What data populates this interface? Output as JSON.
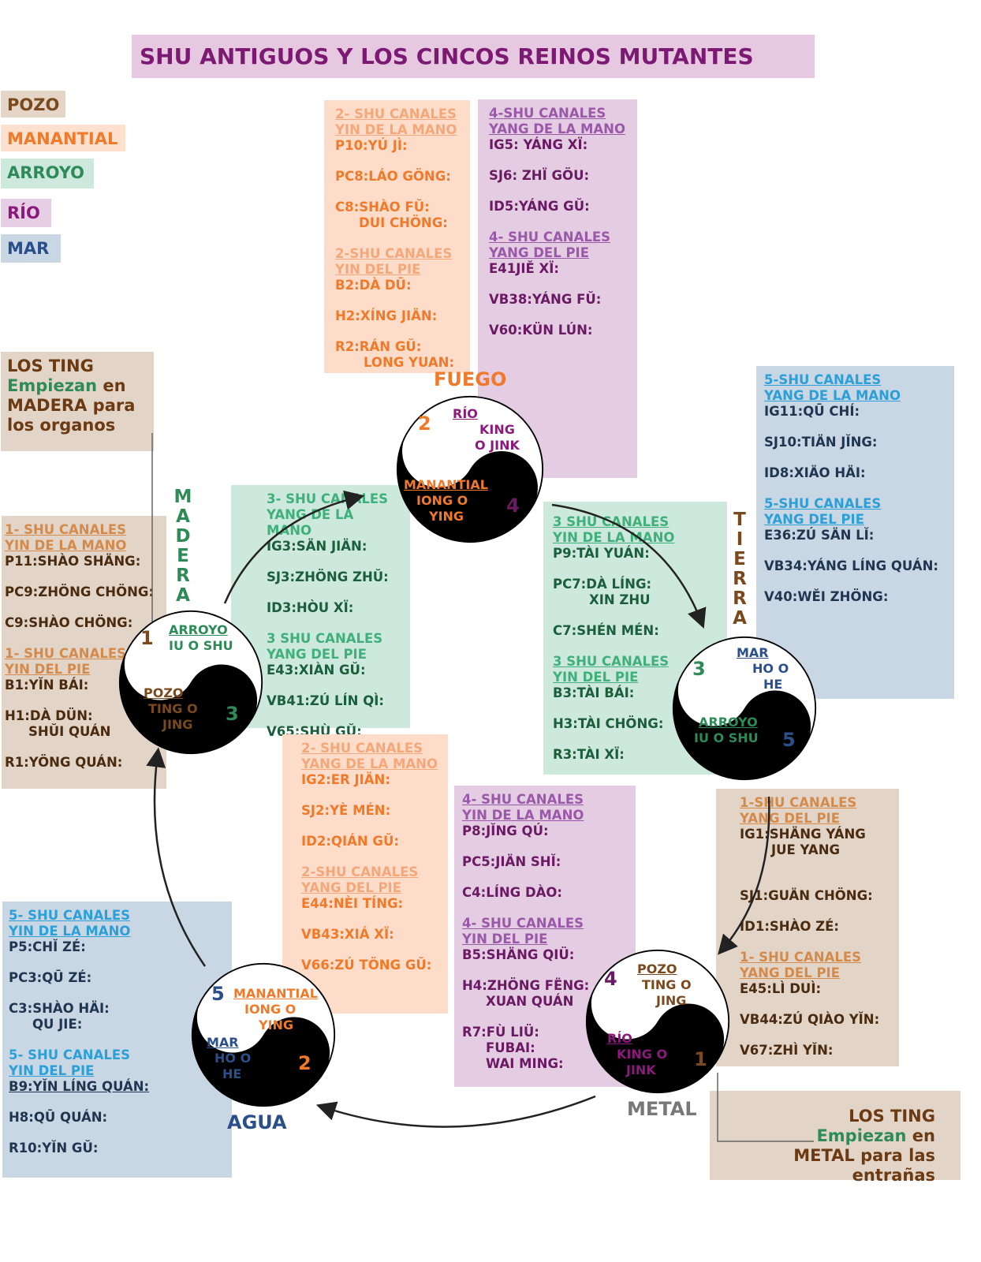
{
  "title": "SHU ANTIGUOS Y LOS  CINCOS REINOS MUTANTES",
  "legend": [
    {
      "label": "POZO",
      "color": "#7a4a1e"
    },
    {
      "label": "MANANTIAL",
      "color": "#f07a2a"
    },
    {
      "label": "ARROYO",
      "color": "#2e8b57"
    },
    {
      "label": "RÍO",
      "color": "#8b1a7c"
    },
    {
      "label": "MAR",
      "color": "#2a4f8a"
    }
  ],
  "notes": {
    "madera": {
      "l1": "LOS TING",
      "l2a": "Empiezan",
      "l2b": " en",
      "l3": "MADERA para",
      "l4": "los organos"
    },
    "metal": {
      "l1": "LOS TING",
      "l2a": "Empiezan",
      "l2b": " en",
      "l3": "METAL para las entrañas"
    }
  },
  "elements": {
    "fuego": "FUEGO",
    "madera": [
      "M",
      "A",
      "D",
      "E",
      "R",
      "A"
    ],
    "tierra": [
      "T",
      "I",
      "E",
      "R",
      "R",
      "A"
    ],
    "metal": "METAL",
    "agua": "AGUA"
  },
  "yinyang": {
    "fuego": {
      "n_top": "2",
      "n_bot": "4",
      "top": [
        "RÍO",
        "KING",
        "O JINK"
      ],
      "bot": [
        "MANANTIAL",
        "IONG O",
        "YING"
      ]
    },
    "madera": {
      "n_top": "1",
      "n_bot": "3",
      "top": [
        "ARROYO",
        "IU O SHU"
      ],
      "bot": [
        "POZO",
        "TING O",
        "JING"
      ]
    },
    "tierra": {
      "n_top": "3",
      "n_bot": "5",
      "top": [
        "MAR",
        "HO O",
        "HE"
      ],
      "bot": [
        "ARROYO",
        "IU O SHU"
      ]
    },
    "metal": {
      "n_top": "4",
      "n_bot": "1",
      "top": [
        "POZO",
        "TING O",
        "JING"
      ],
      "bot": [
        "RÍO",
        "KING O",
        "JINK"
      ]
    },
    "agua": {
      "n_top": "5",
      "n_bot": "2",
      "top": [
        "MANANTIAL",
        "IONG O",
        "YING"
      ],
      "bot": [
        "MAR",
        "HO O",
        "HE"
      ]
    }
  },
  "panels": {
    "fuego_yin": {
      "h1": [
        "2- SHU CANALES",
        "YIN DE LA MANO"
      ],
      "i1": [
        "P10:YÚ JÌ:",
        "PC8:LÁO GÖNG:",
        "C8:SHÀO FŬ:",
        "DUI CHÖNG:"
      ],
      "h2": [
        "2-SHU CANALES",
        "YIN DEL PIE"
      ],
      "i2": [
        "B2:DÀ DŪ:",
        "H2:XÍNG JIÄN:",
        "R2:RÁN GŬ:",
        "LONG YUAN:"
      ]
    },
    "fuego_yang": {
      "h1": [
        "4-SHU CANALES",
        "YANG DE LA MANO"
      ],
      "i1": [
        "IG5: YÁNG XÏ:",
        "SJ6: ZHÏ GÖU:",
        "ID5:YÁNG GŬ:"
      ],
      "h2": [
        "4- SHU CANALES",
        "YANG DEL PIE"
      ],
      "i2": [
        "E41JIĚ XÏ:",
        "VB38:YÁNG FŬ:",
        "V60:KÜN LÚN:"
      ]
    },
    "tierra_yang": {
      "h1": [
        "5-SHU CANALES",
        "YANG DE LA MANO"
      ],
      "i1": [
        "IG11:QŪ CHÍ:",
        "SJ10:TIÄN JĬNG:",
        "ID8:XIÄO HÄI:"
      ],
      "h2": [
        "5-SHU CANALES",
        "YANG DEL PIE"
      ],
      "i2": [
        "E36:ZÚ SÄN LĬ:",
        "VB34:YÁNG LÍNG QUÁN:",
        "V40:WĚI ZHÖNG:"
      ]
    },
    "madera_yin": {
      "h1": [
        "1- SHU CANALES",
        "YIN DE LA MANO"
      ],
      "i1": [
        "P11:SHÀO SHÄNG:",
        "PC9:ZHÖNG CHÖNG:",
        "C9:SHÀO CHÖNG:"
      ],
      "h2": [
        "1- SHU CANALES",
        "YIN DEL PIE"
      ],
      "i2": [
        "B1:YĬN BÁI:",
        "H1:DÀ DÜN:",
        "SHŬI QUÁN",
        "R1:YÖNG QUÁN:"
      ]
    },
    "madera_yang": {
      "h1": [
        "3- SHU CANALES",
        "YANG DE LA MANO"
      ],
      "i1": [
        "IG3:SÄN JIÄN:",
        "SJ3:ZHÖNG ZHŬ:",
        "ID3:HÒU XÏ:"
      ],
      "h2": [
        "3 SHU CANALES",
        "YANG DEL PIE"
      ],
      "i2": [
        "E43:XIÀN GŬ:",
        "VB41:ZÚ LÍN QÌ:",
        "V65:SHÙ GŬ:"
      ]
    },
    "tierra_yin": {
      "h1": [
        "3 SHU CANALES",
        "YIN DE LA MANO"
      ],
      "i1": [
        "P9:TÀI YUÁN:",
        "PC7:DÀ LÍNG:",
        "XIN ZHU",
        "C7:SHÉN MÉN:"
      ],
      "h2": [
        "3 SHU CANALES",
        "YIN DEL PIE"
      ],
      "i2": [
        "B3:TÀI BÁI:",
        "H3:TÀI CHÖNG:",
        "R3:TÀI XÏ:"
      ]
    },
    "center_yang": {
      "h1": [
        "2- SHU CANALES",
        "YANG DE LA MANO"
      ],
      "i1": [
        "IG2:ER JIÄN:",
        "SJ2:YÈ MÉN:",
        "ID2:QIÁN GŬ:"
      ],
      "h2": [
        "2-SHU CANALES",
        "YANG DEL PIE"
      ],
      "i2": [
        "E44:NÈI TÍNG:",
        "VB43:XIÁ XÏ:",
        "V66:ZÚ TÖNG GŬ:"
      ]
    },
    "metal_yin": {
      "h1": [
        "4- SHU CANALES",
        "YIN DE LA MANO"
      ],
      "i1": [
        "P8:JĬNG QÚ:",
        "PC5:JIÄN SHĬ:",
        "C4:LÍNG DÀO:"
      ],
      "h2": [
        "4- SHU CANALES",
        "YIN DEL PIE"
      ],
      "i2": [
        "B5:SHÄNG QIÜ:",
        "H4:ZHÖNG FËNG:",
        "XUAN QUÁN",
        "R7:FÙ LIÜ:",
        "FUBAI:",
        "WAI MING:"
      ]
    },
    "metal_yang": {
      "h1": [
        "1-SHU CANALES",
        "YANG DEL PIE"
      ],
      "i1": [
        "IG1:SHÄNG YÁNG",
        "JUE YANG",
        "SJ1:GUÄN CHÖNG:",
        "ID1:SHÀO ZÉ:"
      ],
      "h2": [
        "1- SHU CANALES",
        "YANG DEL PIE"
      ],
      "i2": [
        "E45:LÌ DUÌ:",
        "VB44:ZÚ QIÀO YĬN:",
        "V67:ZHÌ YĬN:"
      ]
    },
    "agua_yin": {
      "h1": [
        "5- SHU CANALES",
        "YIN DE LA MANO"
      ],
      "i1": [
        "P5:CHĬ ZÉ:",
        "PC3:QŪ ZÉ:",
        "C3:SHÀO HÄI:",
        "QU JIE:"
      ],
      "h2": [
        "5- SHU CANALES",
        "YIN DEL PIE"
      ],
      "i2": [
        "B9:YĬN LÍNG QUÁN:",
        "H8:QŪ QUÁN:",
        "R10:YĬN  GŬ:"
      ]
    }
  }
}
